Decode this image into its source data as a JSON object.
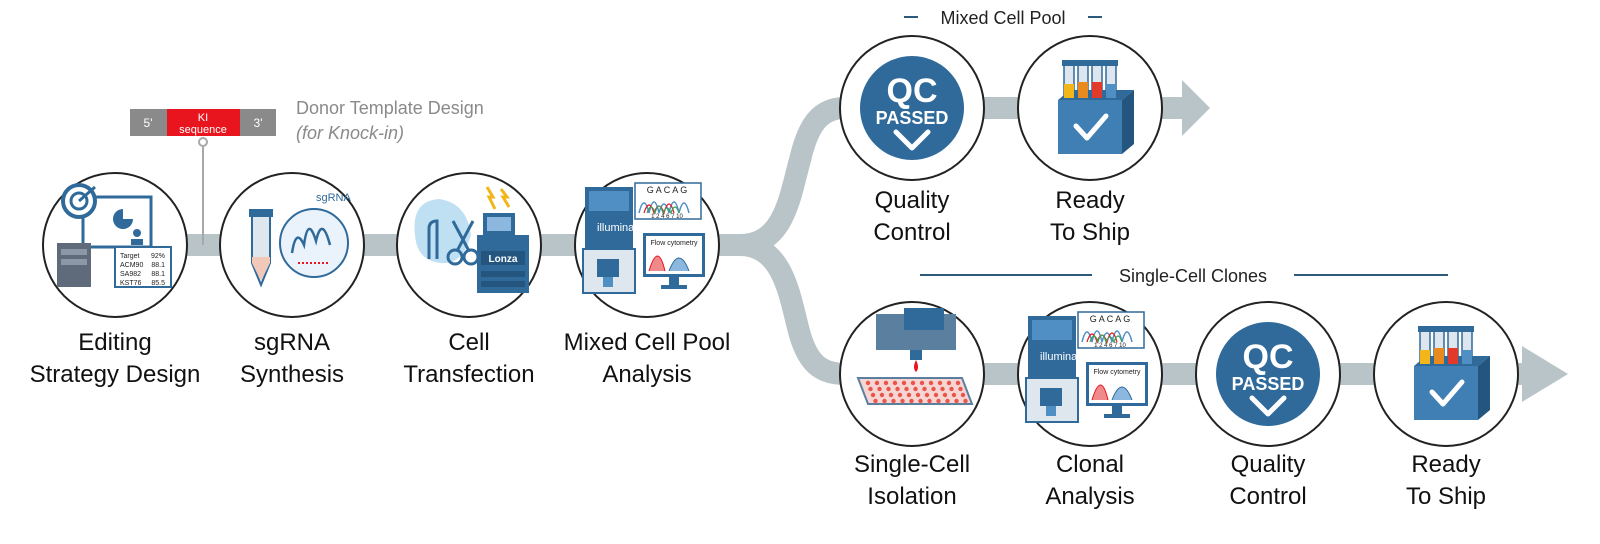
{
  "colors": {
    "track": "#b8c4c7",
    "circle_stroke": "#222222",
    "blue_dark": "#2f6a9a",
    "blue_light": "#4f8fc4",
    "red": "#e8141e",
    "gray": "#8a8a8a",
    "line": "#2b5a7a"
  },
  "donor": {
    "title": "Donor Template Design",
    "subtitle": "(for Knock-in)",
    "seg_5": "5'",
    "seg_ki_1": "KI",
    "seg_ki_2": "sequence",
    "seg_3": "3'"
  },
  "groups": {
    "mixed_pool": "Mixed Cell Pool",
    "single_cell": "Single-Cell Clones"
  },
  "steps": {
    "editing": {
      "line1": "Editing",
      "line2": "Strategy Design",
      "icon": "target-computer-icon",
      "table": [
        [
          "Target",
          "92%"
        ],
        [
          "ACM90",
          "88.1"
        ],
        [
          "SA982",
          "88.1"
        ],
        [
          "KST76",
          "85.5"
        ]
      ]
    },
    "sgrna": {
      "line1": "sgRNA",
      "line2": "Synthesis",
      "icon": "tube-rna-icon",
      "tag": "sgRNA"
    },
    "transfection": {
      "line1": "Cell",
      "line2": "Transfection",
      "icon": "scissors-device-icon",
      "device": "Lonza"
    },
    "mixed_analysis": {
      "line1": "Mixed Cell Pool",
      "line2": "Analysis",
      "icon": "sequencer-icon",
      "brand": "illumina",
      "bases": "G A C A G",
      "nums": "1 2 4 6 7 10",
      "flow": "Flow cytometry"
    },
    "qc_top": {
      "line1": "Quality",
      "line2": "Control",
      "icon": "qc-passed-icon",
      "qc": "QC",
      "passed": "PASSED"
    },
    "ship_top": {
      "line1": "Ready",
      "line2": "To Ship",
      "icon": "ship-box-icon"
    },
    "isolation": {
      "line1": "Single-Cell",
      "line2": "Isolation",
      "icon": "plate-dispenser-icon"
    },
    "clonal": {
      "line1": "Clonal",
      "line2": "Analysis",
      "icon": "sequencer-icon",
      "brand": "illumina",
      "bases": "G A C A G",
      "nums": "1 2 4 6 7 10",
      "flow": "Flow cytometry"
    },
    "qc_bottom": {
      "line1": "Quality",
      "line2": "Control",
      "icon": "qc-passed-icon",
      "qc": "QC",
      "passed": "PASSED"
    },
    "ship_bottom": {
      "line1": "Ready",
      "line2": "To Ship",
      "icon": "ship-box-icon"
    }
  }
}
